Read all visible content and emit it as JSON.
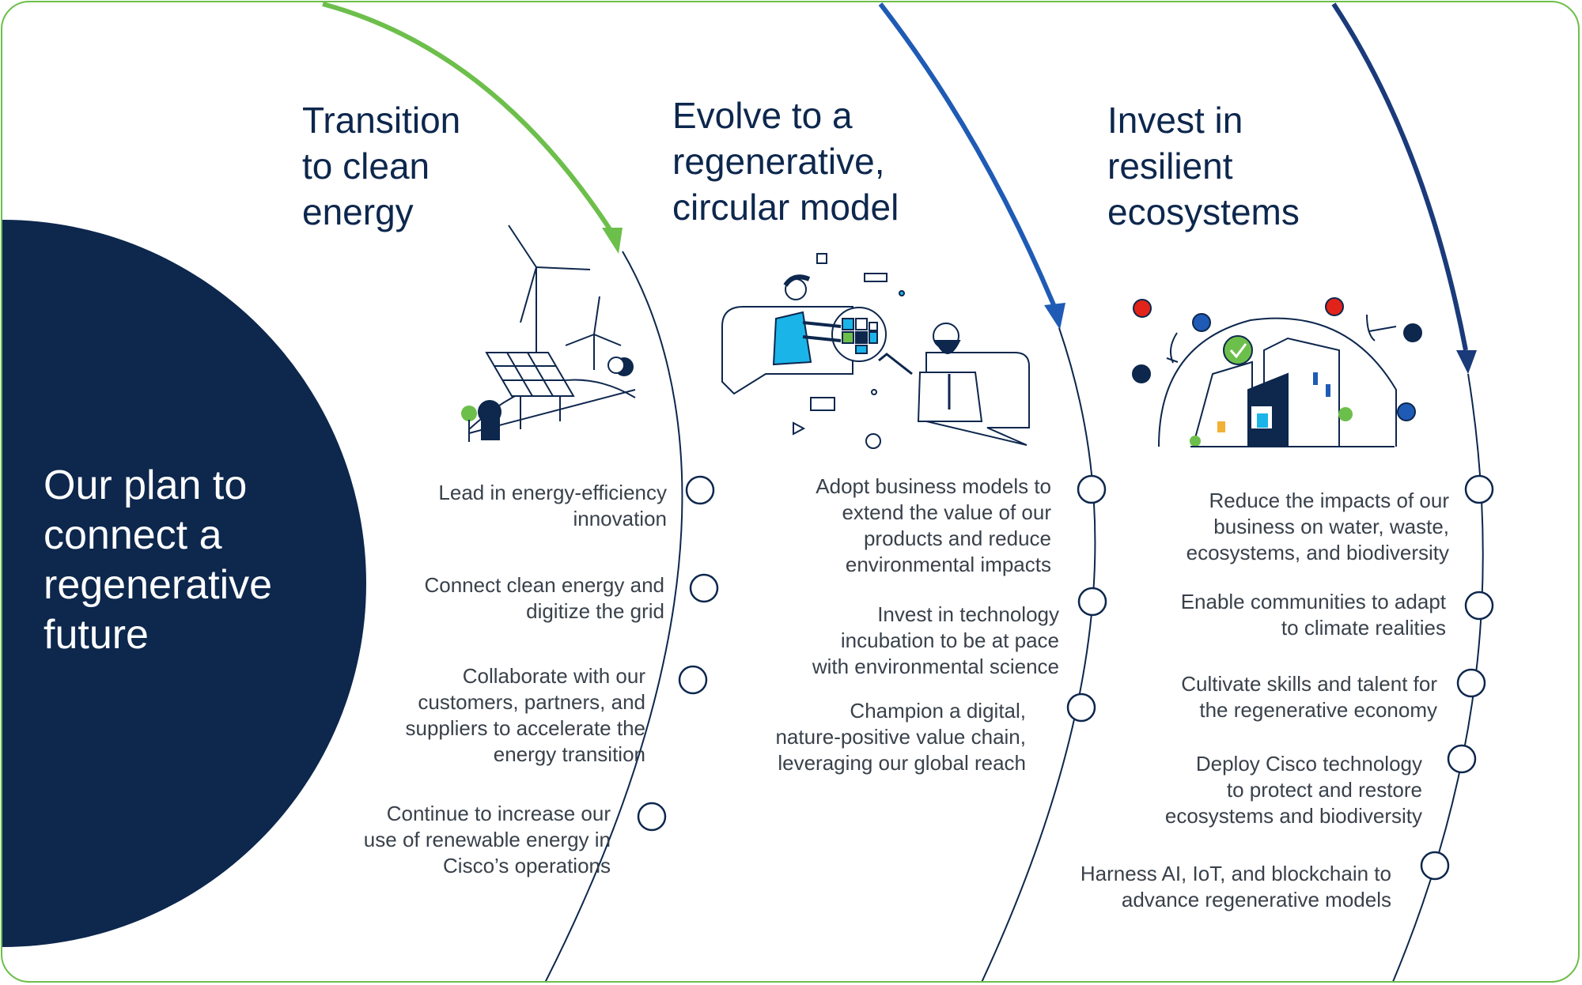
{
  "colors": {
    "navy": "#0d274d",
    "green": "#6dbf4b",
    "blue": "#1f5bb5",
    "dark_blue": "#1a3a7a",
    "text": "#39414b",
    "cyan": "#1ab4e8",
    "red": "#e2231a"
  },
  "plan": {
    "lines": [
      "Our plan to",
      "connect a",
      "regenerative",
      "future"
    ]
  },
  "pillars": [
    {
      "title_lines": [
        "Transition",
        "to clean",
        "energy"
      ],
      "illustration": "wind-turbines-solar-panel-icon",
      "items": [
        [
          "Lead in energy-efficiency",
          "innovation"
        ],
        [
          "Connect clean energy and",
          "digitize the grid"
        ],
        [
          "Collaborate with our",
          "customers, partners, and",
          "suppliers to accelerate the",
          "energy transition"
        ],
        [
          "Continue to increase our",
          "use of renewable energy in",
          "Cisco’s operations"
        ]
      ]
    },
    {
      "title_lines": [
        "Evolve to a",
        "regenerative,",
        "circular model"
      ],
      "illustration": "people-circular-sphere-icon",
      "items": [
        [
          "Adopt business models to",
          "extend the value of our",
          "products and reduce",
          "environmental impacts"
        ],
        [
          "Invest in technology",
          "incubation to be at pace",
          "with environmental science"
        ],
        [
          "Champion a digital,",
          "nature-positive value chain,",
          "leveraging our global reach"
        ]
      ]
    },
    {
      "title_lines": [
        "Invest in",
        "resilient",
        "ecosystems"
      ],
      "illustration": "resilient-buildings-checkmark-icon",
      "items": [
        [
          "Reduce the impacts of our",
          "business on water, waste,",
          "ecosystems, and biodiversity"
        ],
        [
          "Enable communities to adapt",
          "to climate realities"
        ],
        [
          "Cultivate skills and talent for",
          "the regenerative economy"
        ],
        [
          "Deploy Cisco technology",
          "to protect and restore",
          "ecosystems and biodiversity"
        ],
        [
          "Harness AI, IoT, and blockchain to",
          "advance regenerative models"
        ]
      ]
    }
  ]
}
